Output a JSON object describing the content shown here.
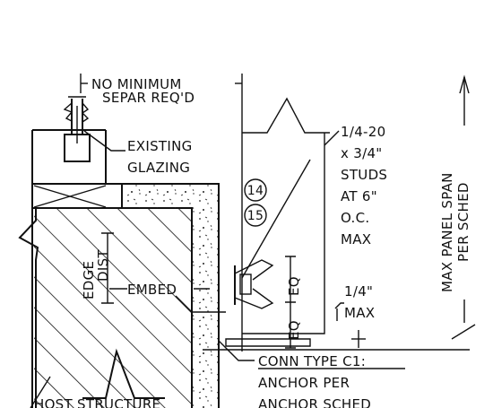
{
  "notes": {
    "separation_line1": "NO MINIMUM",
    "separation_line2": "SEPAR REQ'D",
    "glazing_line1": "EXISTING",
    "glazing_line2": "GLAZING",
    "studs_line1": "1/4-20",
    "studs_line2": "x 3/4\"",
    "studs_line3": "STUDS",
    "studs_line4": "AT 6\"",
    "studs_line5": "O.C.",
    "studs_line6": "MAX",
    "max_line1": "1/4\"",
    "max_line2": "MAX",
    "edge_dist_line1": "EDGE",
    "edge_dist_line2": "DIST",
    "embed": "EMBED",
    "eq_upper": "EQ",
    "eq_lower": "EQ",
    "panel_span_line1": "MAX PANEL SPAN",
    "panel_span_line2": "PER SCHED",
    "conn_line1": "CONN TYPE C1:",
    "conn_line2": "ANCHOR PER",
    "conn_line3": "ANCHOR SCHED",
    "host_structure": "HOST STRUCTURE"
  },
  "callouts": {
    "first": "14",
    "second": "15"
  }
}
